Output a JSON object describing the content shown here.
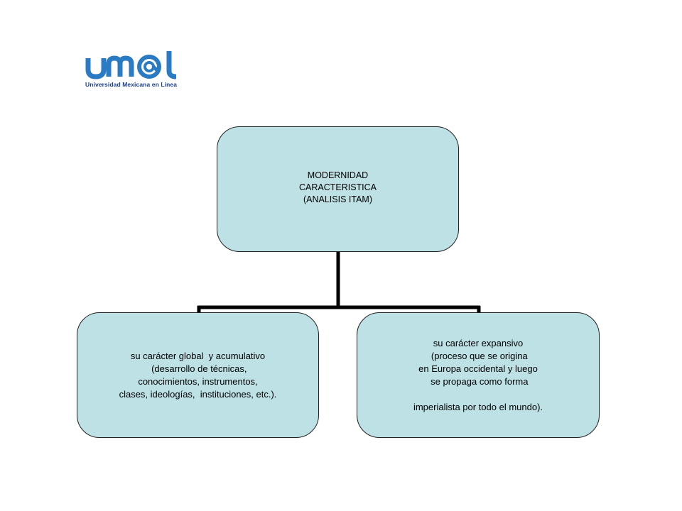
{
  "logo": {
    "wordmark": "umel",
    "tagline": "Universidad Mexicana en Línea",
    "colors": {
      "primary": "#2b7bc4",
      "dark": "#1a3f8f"
    }
  },
  "diagram": {
    "root": {
      "lines": [
        "MODERNIDAD",
        "CARACTERISTICA",
        "(ANALISIS ITAM)"
      ]
    },
    "children": [
      {
        "lines": [
          "su carácter global  y acumulativo",
          " (desarrollo de técnicas,",
          "conocimientos, instrumentos,",
          "clases, ideologías,  instituciones, etc.)."
        ]
      },
      {
        "lines": [
          "su carácter expansivo",
          " (proceso que se origina",
          "en Europa occidental y luego",
          " se propaga como forma",
          "",
          "imperialista por todo el mundo)."
        ]
      }
    ],
    "colors": {
      "node_fill": "#bde1e5",
      "node_border": "#222222",
      "connector": "#000000"
    }
  }
}
